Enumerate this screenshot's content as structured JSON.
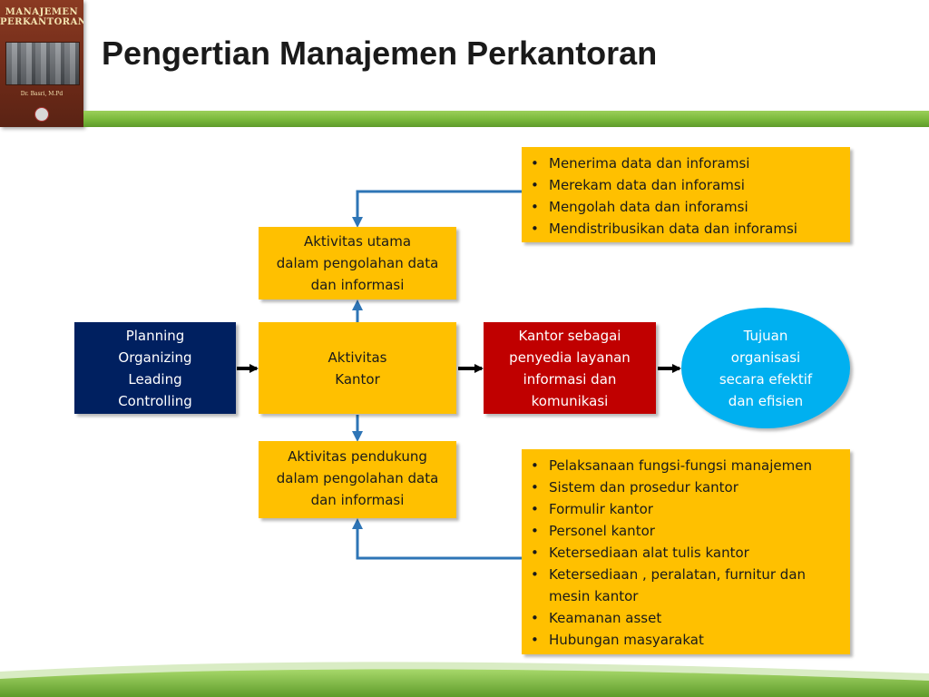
{
  "book": {
    "title": "MANAJEMEN\nPERKANTORAN",
    "author": "Dr. Basri, M.Pd"
  },
  "title": "Pengertian Manajemen Perkantoran",
  "boxes": {
    "functions": "Planning\nOrganizing\nLeading\nControlling",
    "office_activity": "Aktivitas\nKantor",
    "main_activity": "Aktivitas utama\ndalam pengolahan data\ndan informasi",
    "support_activity": "Aktivitas pendukung\ndalam pengolahan data\ndan informasi",
    "office_service": "Kantor sebagai\npenyedia layanan\ninformasi dan\nkomunikasi",
    "goal": "Tujuan\norganisasi\nsecara efektif\ndan efisien"
  },
  "main_list": [
    "Menerima data dan inforamsi",
    "Merekam data dan inforamsi",
    "Mengolah data dan inforamsi",
    "Mendistribusikan data dan inforamsi"
  ],
  "support_list": [
    "Pelaksanaan fungsi-fungsi manajemen",
    "Sistem dan prosedur kantor",
    "Formulir kantor",
    "Personel kantor",
    "Ketersediaan alat tulis kantor",
    "Ketersediaan , peralatan, furnitur dan mesin kantor",
    "Keamanan asset",
    "Hubungan masyarakat"
  ],
  "colors": {
    "yellow": "#ffc000",
    "navy": "#002060",
    "red": "#c00000",
    "cyan": "#00b0f0",
    "green": "#79b83a",
    "connector_blue": "#2e75b6"
  }
}
